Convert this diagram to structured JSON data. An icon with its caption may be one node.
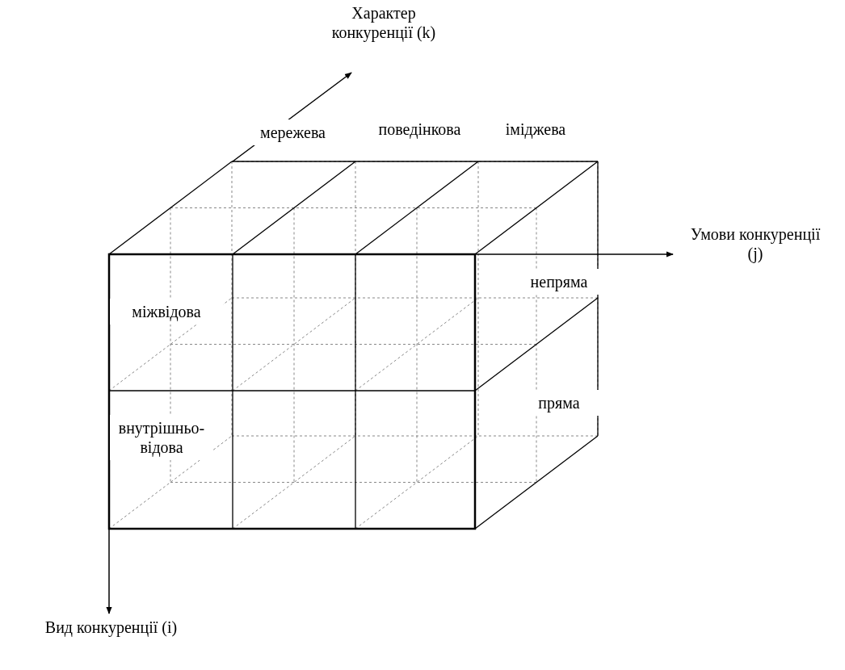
{
  "diagram": {
    "labels": [
      "Характер конкуренції (k)",
      "мережева",
      "поведінкова",
      "іміджева",
      "Умови конкуренції (j)",
      "непряма",
      "міжвідова",
      "пряма",
      "внутрішньо-відова",
      "Вид конкуренції (i)"
    ]
  }
}
